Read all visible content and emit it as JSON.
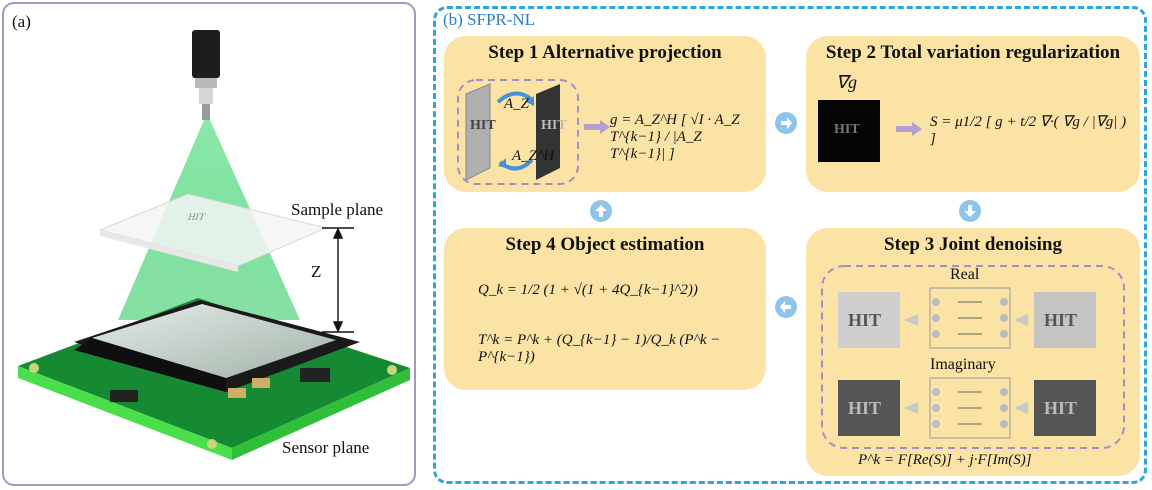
{
  "panel_a": {
    "tag": "(a)",
    "sample_plane": "Sample plane",
    "z_label": "Z",
    "sensor_plane": "Sensor plane",
    "sample_text": "HIT"
  },
  "panel_b": {
    "tag": "(b) SFPR-NL",
    "step1": {
      "title": "Step 1 Alternative projection",
      "op_fwd": "A_Z",
      "op_back": "A_Z^H",
      "equation": "g = A_Z^H [ √I · A_Z T^{k−1} / |A_Z T^{k−1}| ]"
    },
    "step2": {
      "title": "Step 2 Total variation regularization",
      "grad_label": "∇g",
      "equation": "S = μ1/2 [ g + t/2 ∇·( ∇g / |∇g| ) ]"
    },
    "step3": {
      "title": "Step 3 Joint denoising",
      "real": "Real",
      "imaginary": "Imaginary",
      "equation": "P^k = F[Re(S)] + j·F[Im(S)]"
    },
    "step4": {
      "title": "Step 4 Object estimation",
      "eq1": "Q_k = 1/2 (1 + √(1 + 4Q_{k−1}^2))",
      "eq2": "T^k = P^k + (Q_{k−1} − 1)/Q_k (P^k − P^{k−1})"
    },
    "image_text": "HIT"
  },
  "colors": {
    "step_bg": "#fbe3a6",
    "accent_blue": "#2aa7e0",
    "arrow_blue": "#8fc4ea",
    "panel_a_border": "#a49ab8",
    "beam_green": "#2fd06a",
    "board_green": "#1c9a3c"
  }
}
